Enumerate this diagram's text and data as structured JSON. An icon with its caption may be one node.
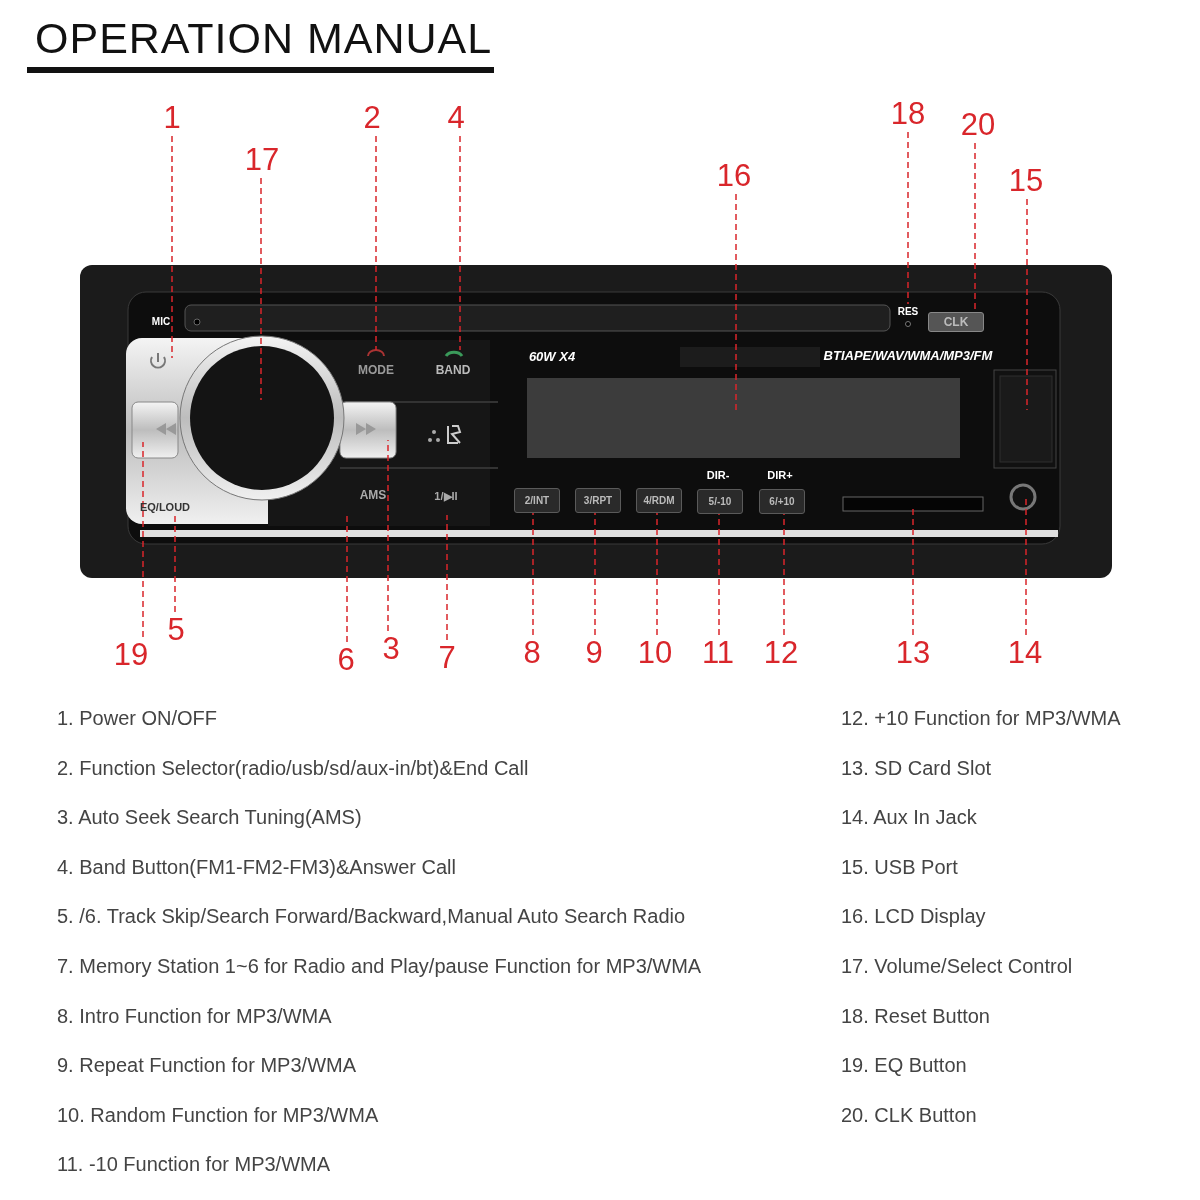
{
  "diagram": {
    "title": "OPERATION MANUAL",
    "nodes": [
      {
        "text": [
          "1"
        ]
      },
      {
        "text": [
          "17"
        ]
      },
      {
        "text": [
          "2"
        ]
      },
      {
        "text": [
          "4"
        ]
      },
      {
        "text": [
          "16"
        ]
      },
      {
        "text": [
          "18"
        ]
      },
      {
        "text": [
          "20"
        ]
      },
      {
        "text": [
          "15"
        ]
      },
      {
        "text": [
          "19"
        ]
      },
      {
        "text": [
          "5"
        ]
      },
      {
        "text": [
          "6"
        ]
      },
      {
        "text": [
          "3"
        ]
      },
      {
        "text": [
          "7"
        ]
      },
      {
        "text": [
          "8"
        ]
      },
      {
        "text": [
          "9"
        ]
      },
      {
        "text": [
          "10"
        ]
      },
      {
        "text": [
          "11"
        ]
      },
      {
        "text": [
          "12"
        ]
      },
      {
        "text": [
          "13"
        ]
      },
      {
        "text": [
          "14"
        ]
      },
      {
        "text": [
          "RES"
        ]
      },
      {
        "text": [
          "CLK"
        ]
      },
      {
        "text": [
          "EQ/LOUD"
        ]
      },
      {
        "text": [
          "2/INT"
        ]
      },
      {
        "text": [
          "3/RPT"
        ]
      },
      {
        "text": [
          "4/RDM"
        ]
      },
      {
        "text": [
          "5/-10"
        ]
      },
      {
        "text": [
          "6/+10"
        ]
      }
    ],
    "edges": [
      {
        "from": 0,
        "to": null,
        "arrow": "none",
        "style": "dashed"
      },
      {
        "from": 1,
        "to": null,
        "arrow": "none",
        "style": "dashed"
      },
      {
        "from": 2,
        "to": null,
        "arrow": "none",
        "style": "dashed"
      },
      {
        "from": 3,
        "to": null,
        "arrow": "none",
        "style": "dashed"
      },
      {
        "from": 4,
        "to": null,
        "arrow": "none",
        "style": "dashed"
      },
      {
        "from": 5,
        "to": 20,
        "arrow": "none",
        "style": "dashed"
      },
      {
        "from": 6,
        "to": 21,
        "arrow": "none",
        "style": "dashed"
      },
      {
        "from": 7,
        "to": null,
        "arrow": "none",
        "style": "dashed"
      },
      {
        "from": 8,
        "to": null,
        "arrow": "none",
        "style": "dashed"
      },
      {
        "from": 9,
        "to": 22,
        "arrow": "none",
        "style": "dashed"
      },
      {
        "from": 10,
        "to": null,
        "arrow": "none",
        "style": "dashed"
      },
      {
        "from": 11,
        "to": null,
        "arrow": "none",
        "style": "dashed"
      },
      {
        "from": 12,
        "to": null,
        "arrow": "none",
        "style": "dashed"
      },
      {
        "from": 13,
        "to": 23,
        "arrow": "none",
        "style": "dashed"
      },
      {
        "from": 14,
        "to": 24,
        "arrow": "none",
        "style": "dashed"
      },
      {
        "from": 15,
        "to": 25,
        "arrow": "none",
        "style": "dashed"
      },
      {
        "from": 16,
        "to": 26,
        "arrow": "none",
        "style": "dashed"
      },
      {
        "from": 17,
        "to": 27,
        "arrow": "none",
        "style": "dashed"
      },
      {
        "from": 18,
        "to": null,
        "arrow": "none",
        "style": "dashed"
      },
      {
        "from": 19,
        "to": null,
        "arrow": "none",
        "style": "dashed"
      }
    ],
    "labels": [
      "MIC",
      "MODE",
      "BAND",
      "60W X4",
      "BTIAPE/WAV/WMA/MP3/FM",
      "AMS",
      "1/▶II",
      "DIR-",
      "DIR+",
      "1. Power ON/OFF",
      "2. Function Selector(radio/usb/sd/aux-in/bt)&End Call",
      "3. Auto Seek Search Tuning(AMS)",
      "4. Band Button(FM1-FM2-FM3)&Answer Call",
      "5. /6. Track Skip/Search Forward/Backward,Manual Auto Search Radio",
      "7. Memory Station 1~6 for Radio and Play/pause Function for MP3/WMA",
      "8. Intro Function for MP3/WMA",
      "9. Repeat Function for MP3/WMA",
      "10. Random Function for MP3/WMA",
      "11. -10 Function for MP3/WMA",
      "12. +10 Function for MP3/WMA",
      "13. SD Card Slot",
      "14. Aux In Jack",
      "15. USB Port",
      "16. LCD Display",
      "17. Volume/Select Control",
      "18. Reset Button",
      "19. EQ Button",
      "20. CLK Button"
    ]
  }
}
